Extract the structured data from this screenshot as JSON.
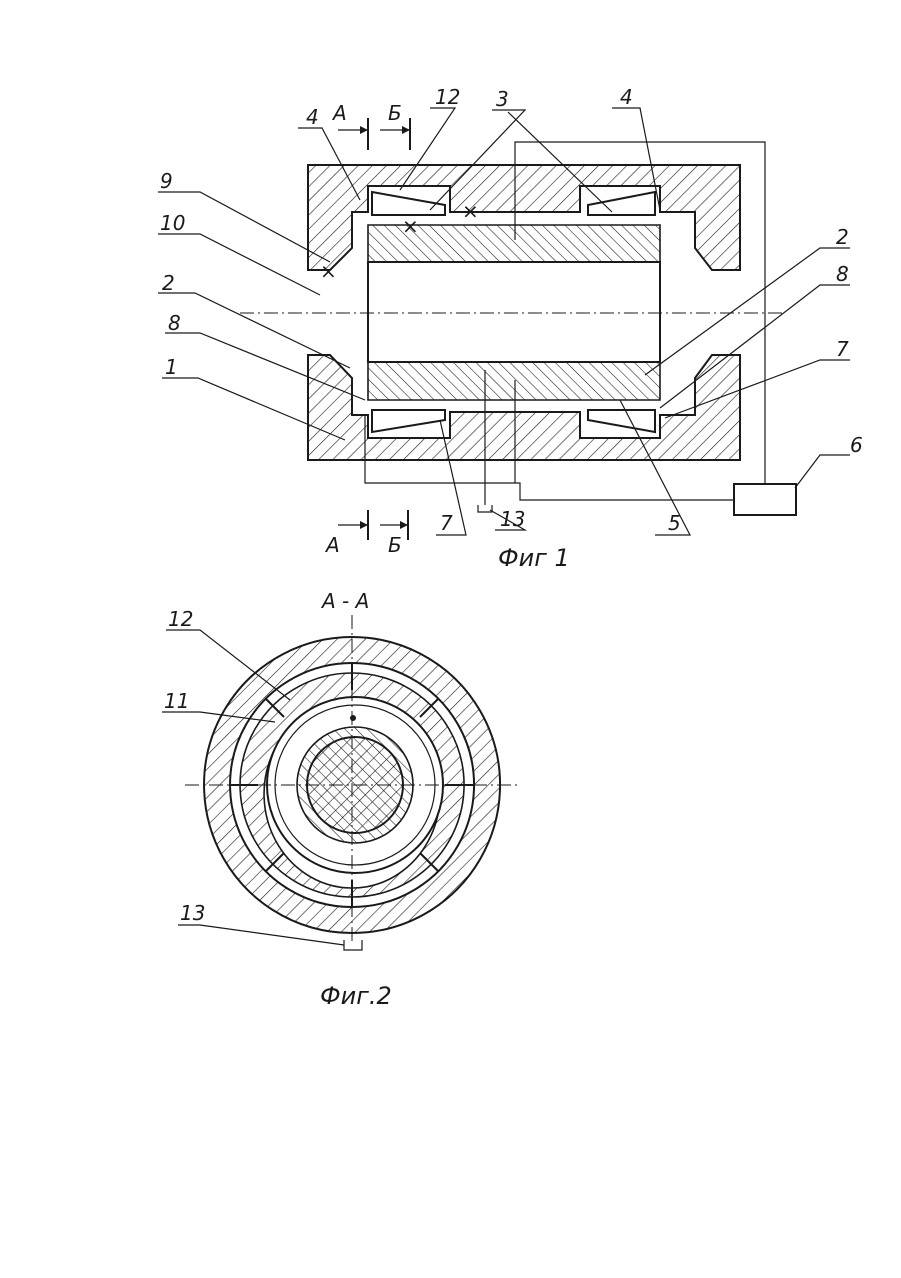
{
  "figure1": {
    "caption": "Фиг 1",
    "labels": {
      "l1": "1",
      "l2_left": "2",
      "l2_right": "2",
      "l3": "3",
      "l4_left": "4",
      "l4_right": "4",
      "l5": "5",
      "l6": "6",
      "l7_bottom": "7",
      "l7_right": "7",
      "l8_left": "8",
      "l8_right": "8",
      "l9": "9",
      "l10": "10",
      "l12": "12",
      "l13": "13"
    },
    "section_marks": {
      "a_top": "А",
      "b_top": "Б",
      "a_bottom": "А",
      "b_bottom": "Б"
    }
  },
  "figure2": {
    "caption": "Фиг.2",
    "section_title": "А - А",
    "labels": {
      "l11": "11",
      "l12": "12",
      "l13": "13"
    }
  }
}
